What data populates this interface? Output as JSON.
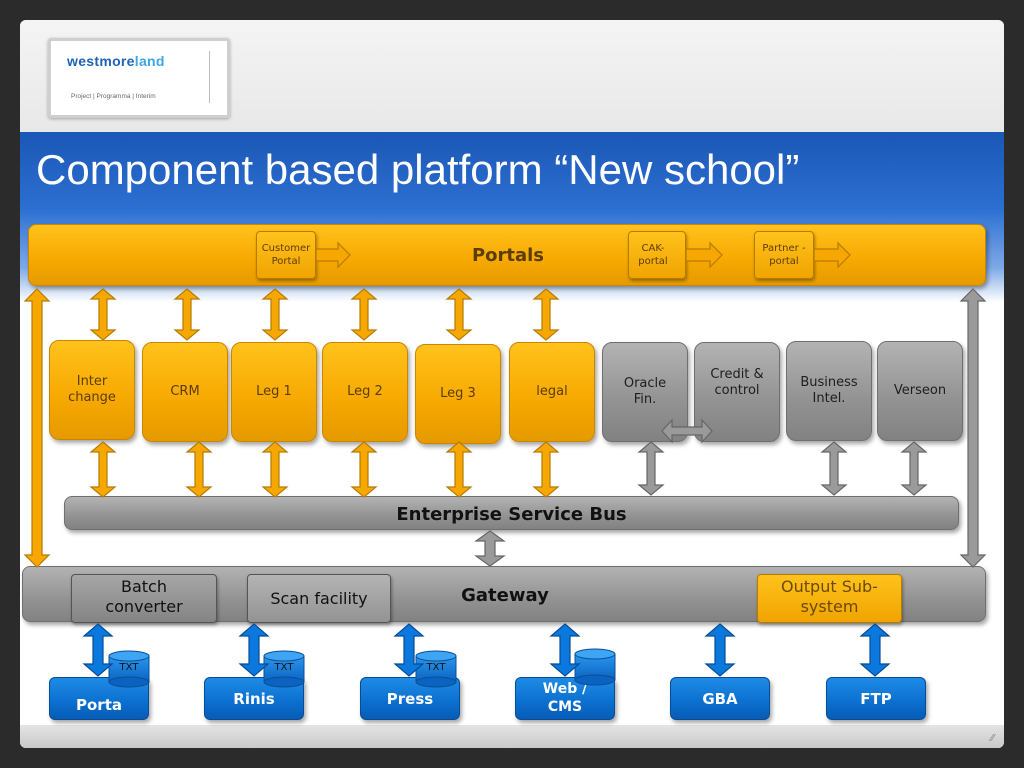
{
  "logo": {
    "name_part1": "westmore",
    "name_part2": "land",
    "tagline": "Project | Programma | Interim"
  },
  "title": "Component based platform “New school”",
  "portals": {
    "label": "Portals",
    "items": [
      {
        "text": "Customer Portal"
      },
      {
        "text": "CAK-portal"
      },
      {
        "text": "Partner -portal"
      }
    ]
  },
  "components": [
    {
      "label": "Inter change",
      "style": "orange"
    },
    {
      "label": "CRM",
      "style": "orange"
    },
    {
      "label": "Leg 1",
      "style": "orange"
    },
    {
      "label": "Leg 2",
      "style": "orange"
    },
    {
      "label": "Leg 3",
      "style": "orange"
    },
    {
      "label": "legal",
      "style": "orange"
    },
    {
      "label": "Oracle Fin.",
      "style": "gray"
    },
    {
      "label": "Credit & control",
      "style": "gray"
    },
    {
      "label": "Business Intel.",
      "style": "gray"
    },
    {
      "label": "Verseon",
      "style": "gray"
    }
  ],
  "esb": {
    "label": "Enterprise Service Bus"
  },
  "gateway": {
    "label": "Gateway",
    "items": [
      {
        "label": "Batch converter"
      },
      {
        "label": "Scan facility"
      },
      {
        "label": "Output Sub-system"
      }
    ]
  },
  "endpoints": [
    {
      "label": "Porta",
      "db": "TXT"
    },
    {
      "label": "Rinis",
      "db": "TXT"
    },
    {
      "label": "Press",
      "db": "TXT"
    },
    {
      "label": "Web / CMS",
      "db": ""
    },
    {
      "label": "GBA",
      "db": ""
    },
    {
      "label": "FTP",
      "db": ""
    }
  ],
  "colors": {
    "orange": "#f6a800",
    "gray": "#929292",
    "blue": "#0b6fcf",
    "title_band": "#1b57b5"
  }
}
